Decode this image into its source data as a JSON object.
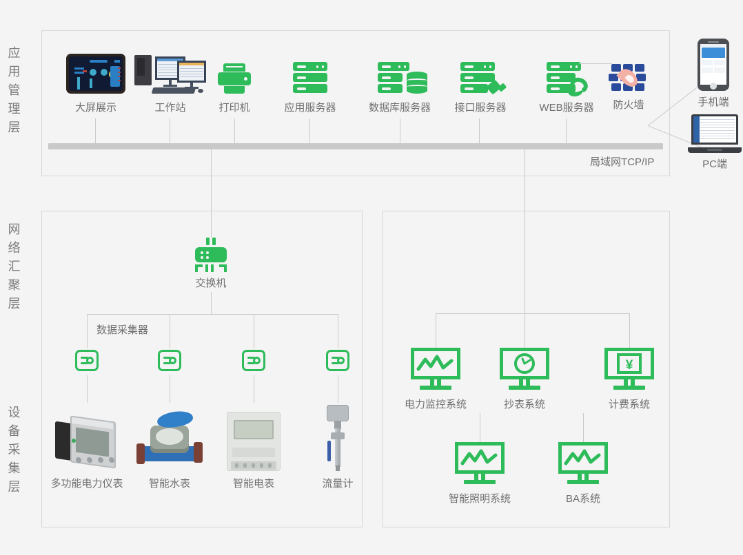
{
  "layers": [
    {
      "id": "application-management",
      "label": "应用\n管理\n层"
    },
    {
      "id": "network-aggregation",
      "label": "网络\n汇聚\n层"
    },
    {
      "id": "device-collection",
      "label": "设备\n采集\n层"
    }
  ],
  "application_layer": {
    "nodes": [
      {
        "id": "big-screen-display",
        "label": "大屏展示",
        "icon": "big-screen-display-icon"
      },
      {
        "id": "workstation",
        "label": "工作站",
        "icon": "workstation-icon"
      },
      {
        "id": "printer",
        "label": "打印机",
        "icon": "printer-icon"
      },
      {
        "id": "application-server",
        "label": "应用服务器",
        "icon": "server-icon"
      },
      {
        "id": "database-server",
        "label": "数据库服务器",
        "icon": "database-server-icon"
      },
      {
        "id": "interface-server",
        "label": "接口服务器",
        "icon": "interface-server-icon"
      },
      {
        "id": "web-server",
        "label": "WEB服务器",
        "icon": "web-server-icon"
      },
      {
        "id": "firewall",
        "label": "防火墙",
        "icon": "firewall-icon"
      }
    ],
    "lan_bus_label": "局域网TCP/IP"
  },
  "clients": [
    {
      "id": "mobile-client",
      "label": "手机端",
      "icon": "smartphone-icon"
    },
    {
      "id": "pc-client",
      "label": "PC端",
      "icon": "laptop-icon"
    }
  ],
  "network_layer": {
    "switch": {
      "label": "交换机",
      "icon": "network-switch-icon"
    },
    "collector_label": "数据采集器",
    "collectors": [
      {
        "id": "collector-1",
        "icon": "data-collector-icon"
      },
      {
        "id": "collector-2",
        "icon": "data-collector-icon"
      },
      {
        "id": "collector-3",
        "icon": "data-collector-icon"
      },
      {
        "id": "collector-4",
        "icon": "data-collector-icon"
      }
    ]
  },
  "device_layer": {
    "devices": [
      {
        "id": "multifunction-power-meter",
        "label": "多功能电力仪表",
        "icon": "power-meter-photo"
      },
      {
        "id": "smart-water-meter",
        "label": "智能水表",
        "icon": "water-meter-photo"
      },
      {
        "id": "smart-electricity-meter",
        "label": "智能电表",
        "icon": "electricity-meter-photo"
      },
      {
        "id": "flow-meter",
        "label": "流量计",
        "icon": "flow-meter-photo"
      }
    ]
  },
  "systems_panel": {
    "row1": [
      {
        "id": "power-monitoring-system",
        "label": "电力监控系统",
        "icon": "monitor-waveform-icon"
      },
      {
        "id": "meter-reading-system",
        "label": "抄表系统",
        "icon": "monitor-gauge-icon"
      },
      {
        "id": "billing-system",
        "label": "计费系统",
        "icon": "monitor-yuan-icon"
      }
    ],
    "row2": [
      {
        "id": "smart-lighting-system",
        "label": "智能照明系统",
        "icon": "monitor-waveform-icon"
      },
      {
        "id": "ba-system",
        "label": "BA系统",
        "icon": "monitor-waveform-icon"
      }
    ]
  },
  "colors": {
    "accent_green": "#2EBB5A",
    "firewall_blue": "#2A4B9B",
    "flame_pink": "#F3B0A4",
    "background": "#F4F4F4",
    "panel_border": "#D6D6D6",
    "connector": "#C9C9C9",
    "text": "#6F6F6F"
  }
}
